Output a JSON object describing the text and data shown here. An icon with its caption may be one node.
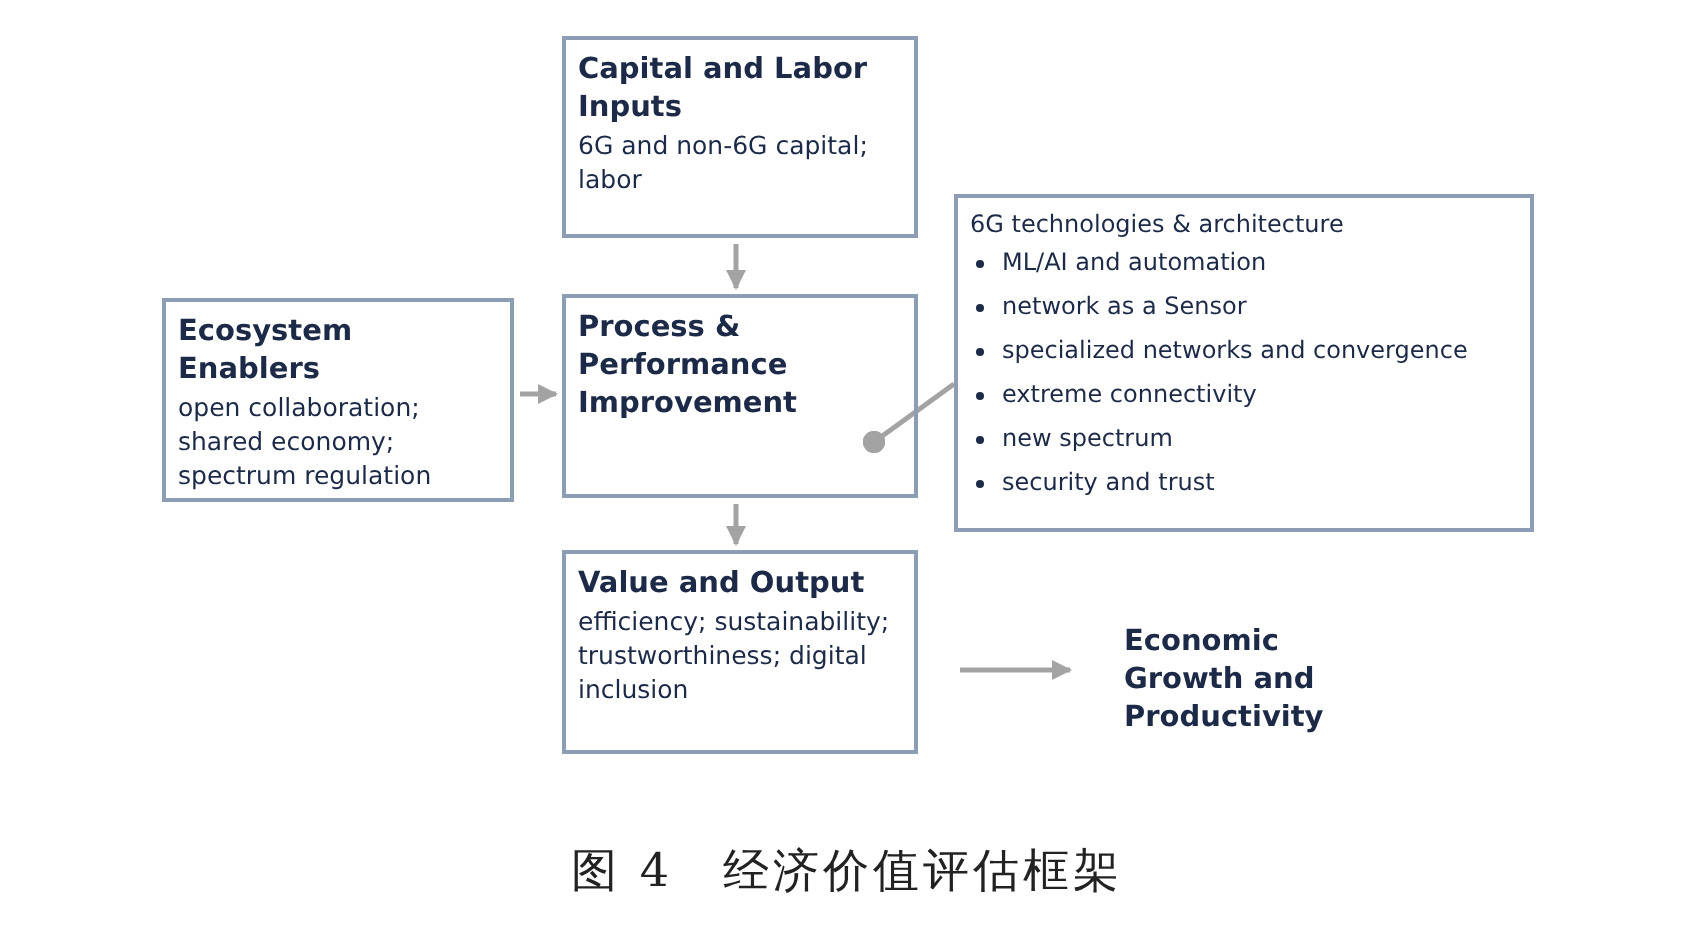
{
  "diagram": {
    "caption": "图 4　经济价值评估框架",
    "nodes": [
      {
        "text": [
          "Capital and Labor Inputs",
          "6G and non-6G capital; labor"
        ]
      },
      {
        "text": [
          "Ecosystem Enablers",
          "open collaboration; shared economy; spectrum regulation"
        ]
      },
      {
        "text": [
          "Process & Performance Improvement"
        ]
      },
      {
        "text": [
          "6G technologies & architecture",
          "ML/AI and automation",
          "network as a Sensor",
          "specialized networks and convergence",
          "extreme connectivity",
          "new spectrum",
          "security and trust"
        ]
      },
      {
        "text": [
          "Value and Output",
          "efficiency; sustainability; trustworthiness; digital inclusion"
        ]
      },
      {
        "text": [
          "Economic Growth and Productivity"
        ]
      }
    ],
    "edges": [
      {
        "from": 0,
        "to": 2,
        "arrow": "to"
      },
      {
        "from": 1,
        "to": 2,
        "arrow": "to"
      },
      {
        "from": 3,
        "to": 2,
        "arrow": "other"
      },
      {
        "from": 2,
        "to": 4,
        "arrow": "to"
      },
      {
        "from": 4,
        "to": 5,
        "arrow": "to"
      }
    ]
  }
}
